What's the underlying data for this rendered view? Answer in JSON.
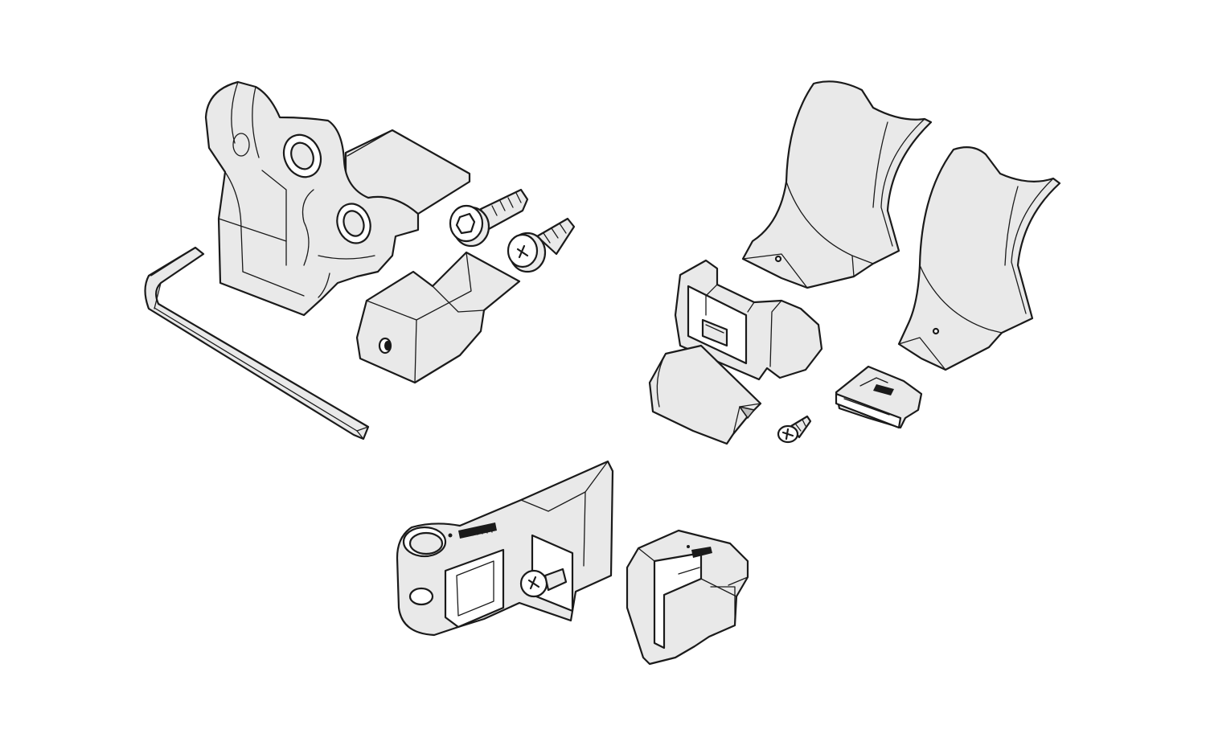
{
  "diagram": {
    "background": "#ffffff",
    "line_color": "#1a1a1a",
    "fill_color": "#e9e9e9",
    "parts": [
      "hinge-bracket",
      "hex-key",
      "socket-cap-bolt",
      "self-tapping-screw",
      "clamp-cap",
      "curved-saddle-left",
      "curved-saddle-right",
      "clip-housing",
      "end-cap",
      "small-screw",
      "serrated-plate",
      "strap-lever",
      "buckle-clip"
    ]
  }
}
